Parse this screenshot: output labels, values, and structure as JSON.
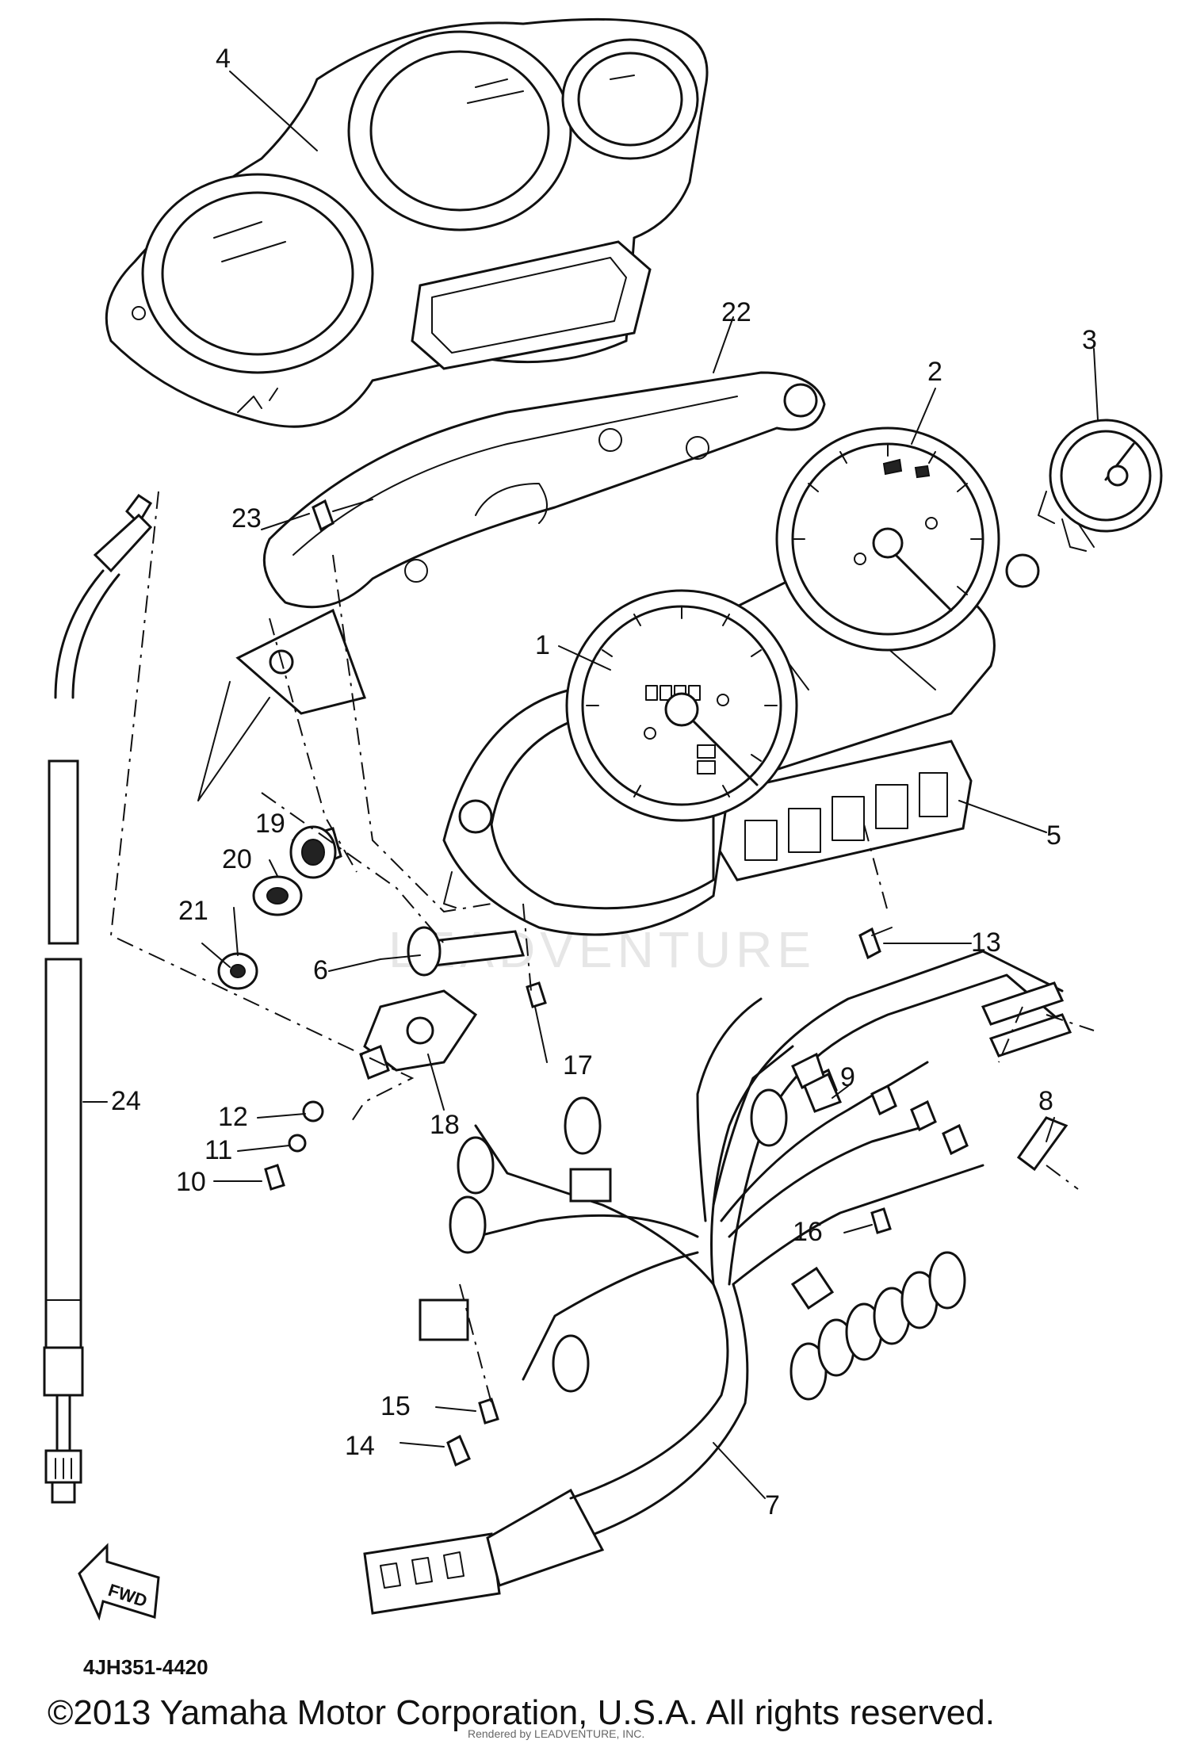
{
  "diagram": {
    "code": "4JH351-4420",
    "copyright": "©2013 Yamaha Motor Corporation, U.S.A. All rights reserved.",
    "watermark": "LEADVENTURE",
    "rendered_by": "Rendered by LEADVENTURE, INC.",
    "fwd_label": "FWD",
    "callouts": [
      "1",
      "2",
      "3",
      "4",
      "5",
      "6",
      "7",
      "8",
      "9",
      "10",
      "11",
      "12",
      "13",
      "14",
      "15",
      "16",
      "17",
      "18",
      "19",
      "20",
      "21",
      "22",
      "23",
      "24"
    ]
  }
}
